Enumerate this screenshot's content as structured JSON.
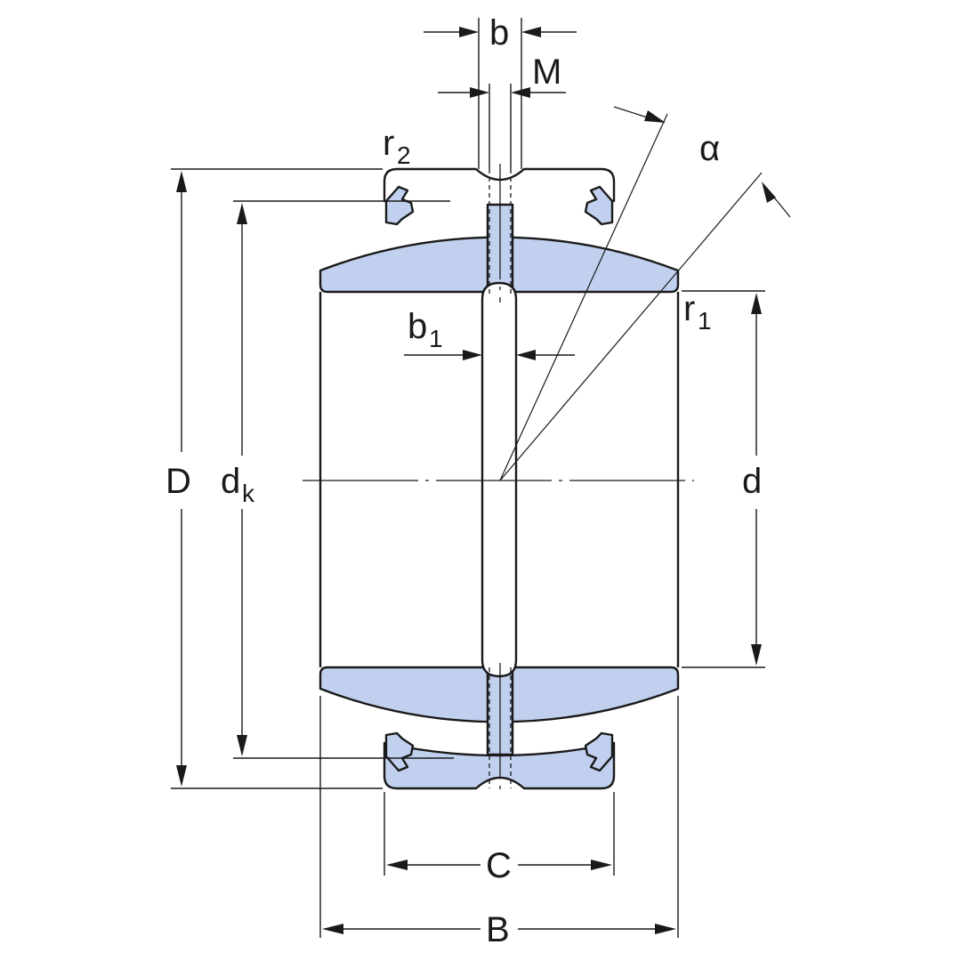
{
  "colors": {
    "part_fill": "#c0d0ee",
    "line": "#1a1a1a",
    "background": "#ffffff"
  },
  "labels": {
    "b": "b",
    "M": "M",
    "alpha": "α",
    "r2_base": "r",
    "r2_sub": "2",
    "r1_base": "r",
    "r1_sub": "1",
    "b1_base": "b",
    "b1_sub": "1",
    "D": "D",
    "dk_base": "d",
    "dk_sub": "k",
    "d": "d",
    "C": "C",
    "B": "B"
  }
}
